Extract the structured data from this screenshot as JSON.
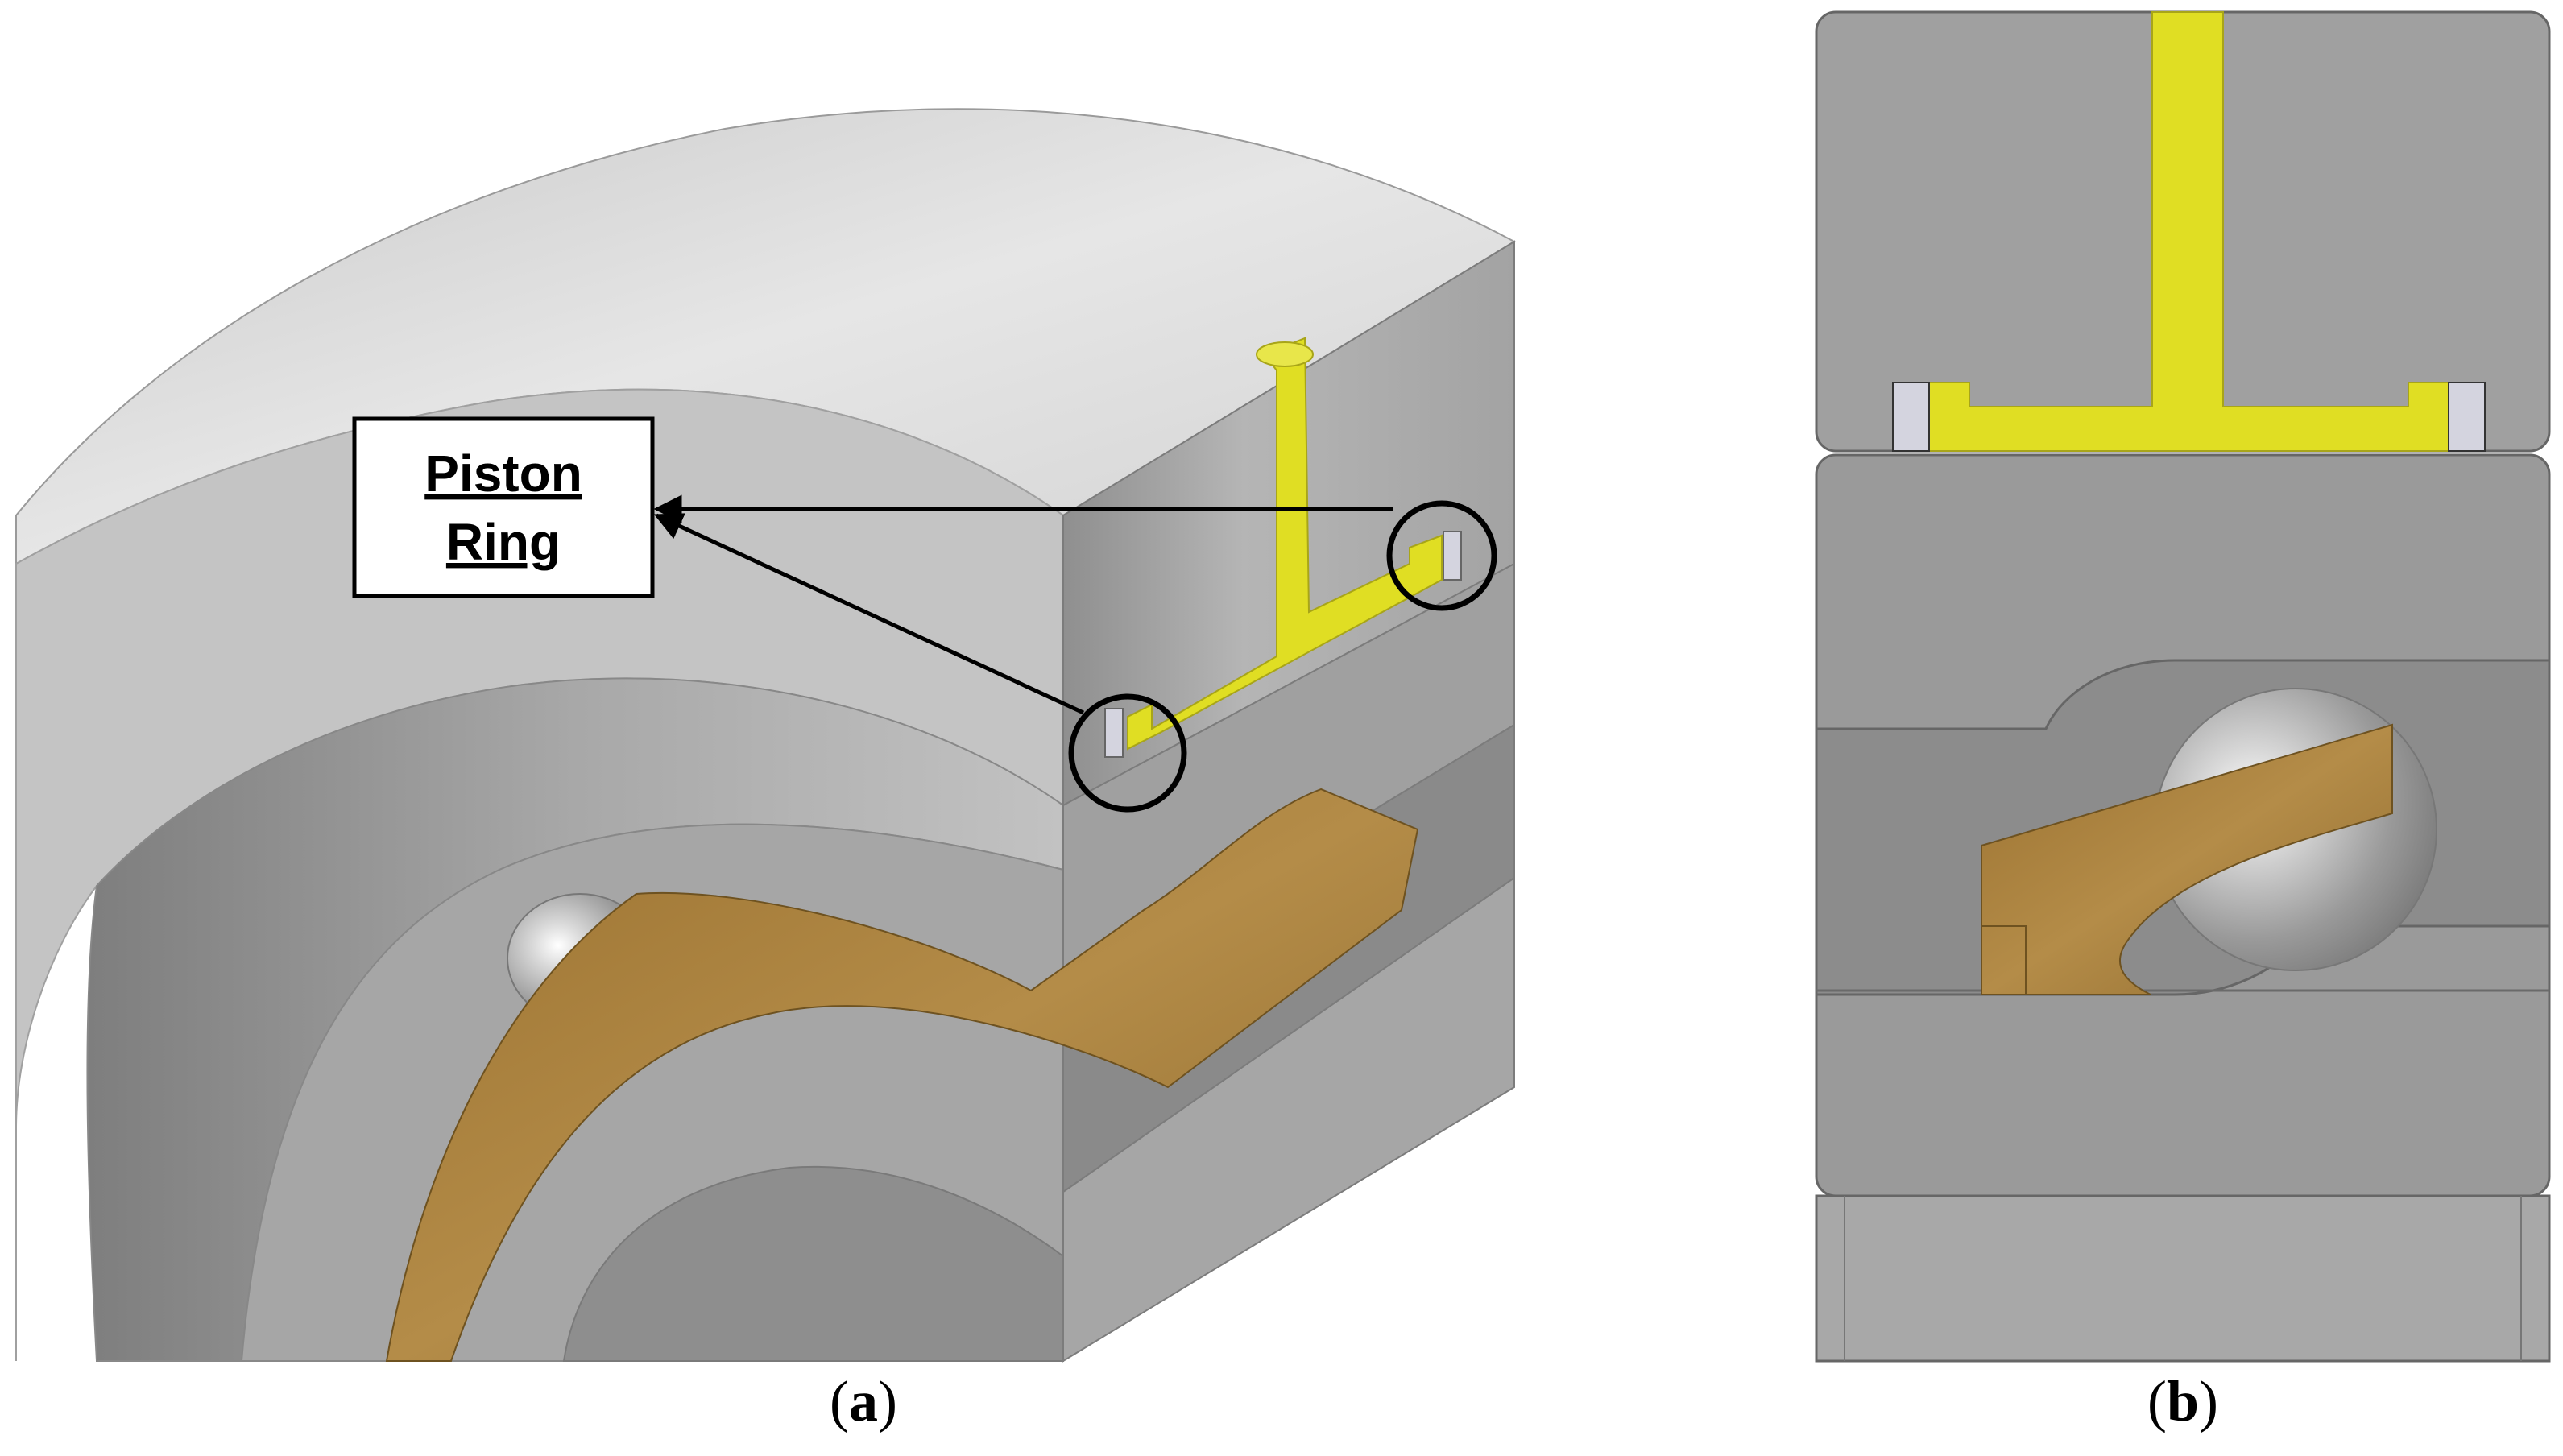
{
  "callout": {
    "line1": "Piston",
    "line2": "Ring"
  },
  "captions": {
    "a": {
      "open": "(",
      "letter": "a",
      "close": ")"
    },
    "b": {
      "open": "(",
      "letter": "b",
      "close": ")"
    }
  },
  "colors": {
    "housing": "#9c9c9c",
    "housing_light": "#d6d6d6",
    "oil_channel": "#e0de23",
    "tilting_pad": "#a9823e",
    "piston_ring": "#d4d4df",
    "ball": "#c9c9c9"
  }
}
